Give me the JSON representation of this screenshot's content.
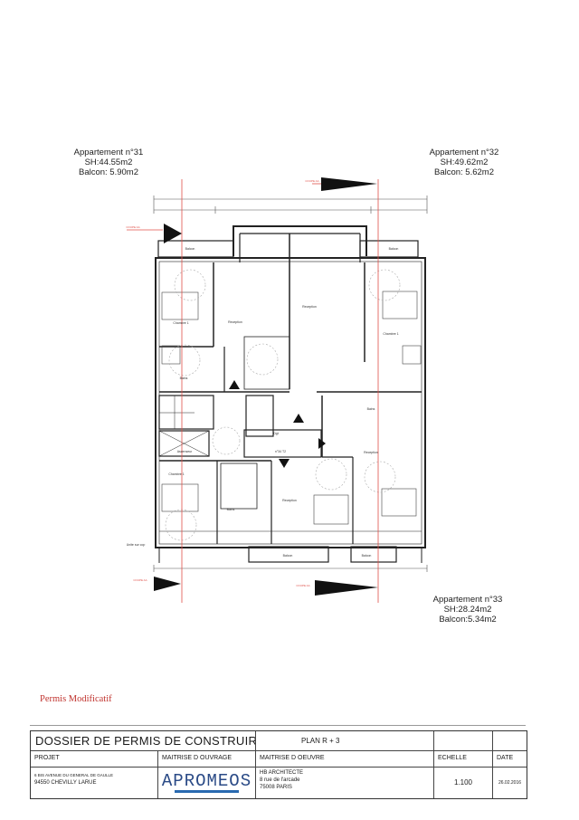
{
  "apartments": [
    {
      "title": "Appartement n°31",
      "sh": "SH:44.55m2",
      "balcon": "Balcon: 5.90m2"
    },
    {
      "title": "Appartement n°32",
      "sh": "SH:49.62m2",
      "balcon": "Balcon: 5.62m2"
    },
    {
      "title": "Appartement n°33",
      "sh": "SH:28.24m2",
      "balcon": "Balcon:5.34m2"
    }
  ],
  "plan": {
    "rooms": {
      "balcon": "Balcon",
      "chambre": "Chambre 1",
      "reception": "Reception",
      "bains": "Bains",
      "ascenseur": "Ascenseur",
      "dgt": "Dgt",
      "apt34": "n°34 T2",
      "unite": "Unite sur cop"
    },
    "section_label": "COUPE AA",
    "colors": {
      "section_line": "#e0504a",
      "wall": "#222222"
    }
  },
  "stamp": "Permis Modificatif",
  "title_block": {
    "title": "DOSSIER DE PERMIS DE CONSTRUIRE",
    "plan": "PLAN R + 3",
    "headers": {
      "projet": "PROJET",
      "ouvrage": "MAITRISE D OUVRAGE",
      "oeuvre": "MAITRISE D OEUVRE",
      "echelle": "ECHELLE",
      "date": "DATE"
    },
    "projet_lines": [
      "6 BIS AVENUE DU GENERAL DE GAULLE",
      "94550 CHEVILLY LARUE"
    ],
    "ouvrage_logo": "APROMEOS",
    "oeuvre_lines": [
      "HB ARCHITECTE",
      "8 rue de l'arcade",
      "75008 PARIS"
    ],
    "echelle": "1.100",
    "date": "26.02.2016"
  }
}
